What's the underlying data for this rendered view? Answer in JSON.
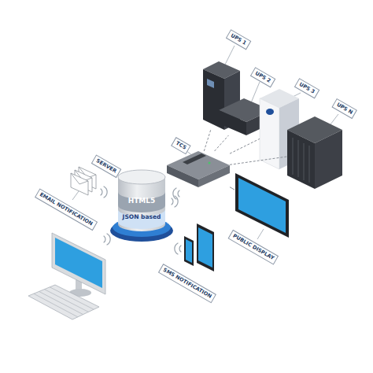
{
  "diagram": {
    "nodes": [
      {
        "text": [
          "UPS 1"
        ]
      },
      {
        "text": [
          "UPS 2"
        ]
      },
      {
        "text": [
          "UPS 3"
        ]
      },
      {
        "text": [
          "UPS N"
        ]
      },
      {
        "text": [
          "TCS"
        ]
      },
      {
        "text": [
          "SERVER",
          "HTML5",
          "JSON based"
        ]
      },
      {
        "text": [
          "EMAIL NOTIFICATION"
        ]
      },
      {
        "text": [
          "SMS NOTIFICATION"
        ]
      },
      {
        "text": [
          "PUBLIC DISPLAY"
        ]
      }
    ],
    "edges": [
      {
        "from": 4,
        "to": 0,
        "arrow": "none"
      },
      {
        "from": 4,
        "to": 1,
        "arrow": "none"
      },
      {
        "from": 4,
        "to": 2,
        "arrow": "none"
      },
      {
        "from": 4,
        "to": 3,
        "arrow": "none"
      },
      {
        "from": 4,
        "to": 8,
        "arrow": "none"
      }
    ]
  }
}
